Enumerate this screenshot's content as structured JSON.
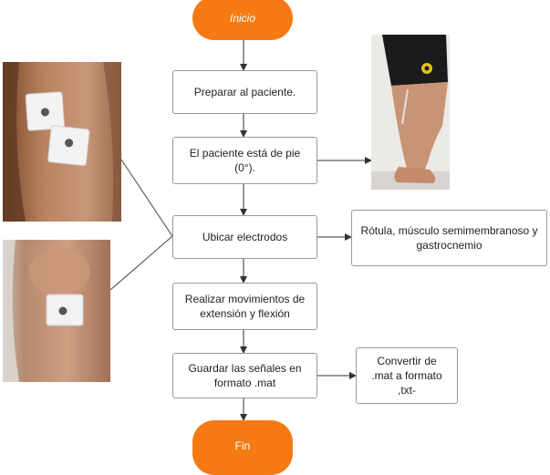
{
  "flow": {
    "start": "Inicio",
    "step1": "Preparar al paciente.",
    "step2": "El paciente está de pie (0°).",
    "step3": "Ubicar electrodos",
    "step4": "Realizar movimientos de extensión y flexión",
    "step5": "Guardar las señales en formato .mat",
    "end": "Fin"
  },
  "side": {
    "electrode_site": "Rótula, músculo semimembranoso y gastrocnemio",
    "convert": "Convertir de .mat a formato ,txt-"
  },
  "colors": {
    "terminal": "#f57a14",
    "box_border": "#9a9a9a",
    "arrow": "#333333"
  }
}
